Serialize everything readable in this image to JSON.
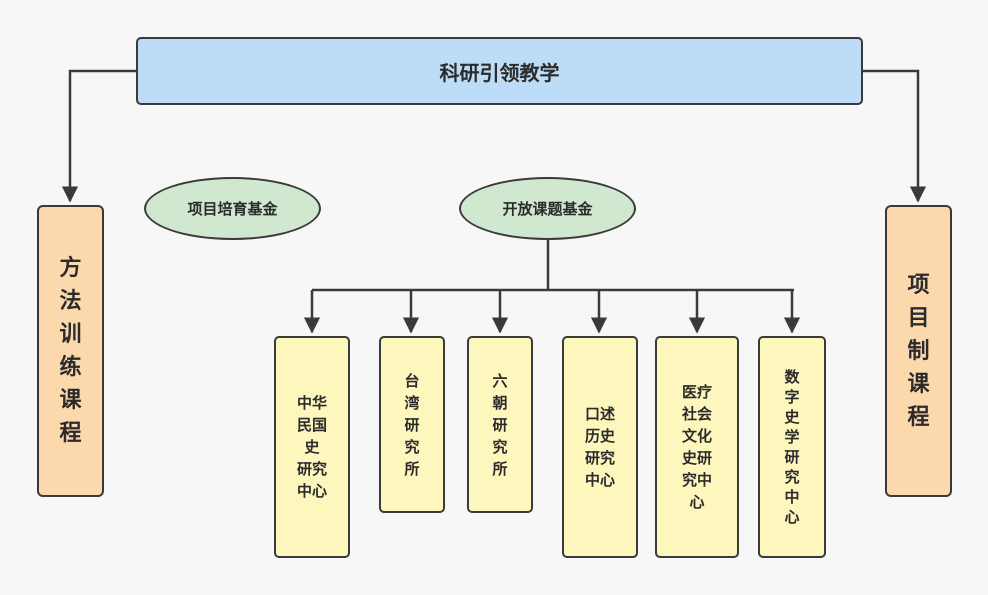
{
  "top": {
    "label": "科研引领教学"
  },
  "left_box": {
    "label": "方\n法\n训\n练\n课\n程"
  },
  "right_box": {
    "label": "项\n目\n制\n课\n程"
  },
  "funds": [
    {
      "label": "项目培育基金"
    },
    {
      "label": "开放课题基金"
    }
  ],
  "centers": [
    {
      "label": "中华\n民国\n史\n研究\n中心"
    },
    {
      "label": "台\n湾\n研\n究\n所"
    },
    {
      "label": "六\n朝\n研\n究\n所"
    },
    {
      "label": "口述\n历史\n研究\n中心"
    },
    {
      "label": "医疗\n社会\n文化\n史研\n究中\n心"
    },
    {
      "label": "数\n字\n史\n学\n研\n究\n中\n心"
    }
  ],
  "colors": {
    "top": "#bcdcf7",
    "side": "#fcd9ad",
    "oval": "#cfe8cf",
    "leaf": "#fdf6bd",
    "line": "#3a3a3a"
  }
}
